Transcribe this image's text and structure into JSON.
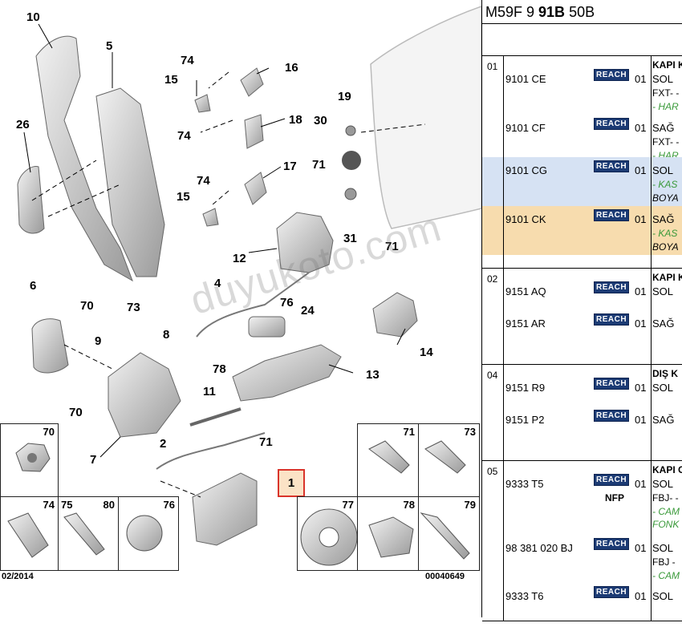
{
  "callouts": [
    "10",
    "5",
    "26",
    "74",
    "15",
    "16",
    "74",
    "18",
    "74",
    "15",
    "17",
    "71",
    "19",
    "30",
    "31",
    "12",
    "71",
    "6",
    "70",
    "73",
    "9",
    "8",
    "4",
    "76",
    "24",
    "14",
    "78",
    "13",
    "11",
    "70",
    "7",
    "2",
    "71",
    "1"
  ],
  "highlight_callout": "1",
  "thumbs": [
    "70",
    "71",
    "73",
    "74",
    "75",
    "80",
    "76",
    "77",
    "78",
    "79"
  ],
  "footer_left": "02/2014",
  "footer_right": "00040649",
  "watermark": "duyukoto.com",
  "table": {
    "header_prefix": "M59F 9 ",
    "header_bold": "91B",
    "header_suffix": " 50B",
    "groups": [
      {
        "num": "01",
        "title": "KAPI K",
        "rows": [
          {
            "code": "9101 CE",
            "reach": "REACH",
            "qty": "01",
            "side": "SOL",
            "note1": "FXT- -",
            "note2": "- HAR"
          },
          {
            "code": "9101 CF",
            "reach": "REACH",
            "qty": "01",
            "side": "SAĞ",
            "note1": "FXT- -",
            "note2": "- HAR"
          },
          {
            "code": "9101 CG",
            "reach": "REACH",
            "qty": "01",
            "side": "SOL",
            "note1": "- KAS",
            "note2": "BOYA"
          },
          {
            "code": "9101 CK",
            "reach": "REACH",
            "qty": "01",
            "side": "SAĞ",
            "note1": "- KAS",
            "note2": "BOYA"
          }
        ]
      },
      {
        "num": "02",
        "title": "KAPI K",
        "rows": [
          {
            "code": "9151 AQ",
            "reach": "REACH",
            "qty": "01",
            "side": "SOL"
          },
          {
            "code": "9151 AR",
            "reach": "REACH",
            "qty": "01",
            "side": "SAĞ"
          }
        ]
      },
      {
        "num": "04",
        "title": "DIŞ K",
        "rows": [
          {
            "code": "9151 R9",
            "reach": "REACH",
            "qty": "01",
            "side": "SOL"
          },
          {
            "code": "9151 P2",
            "reach": "REACH",
            "qty": "01",
            "side": "SAĞ"
          }
        ]
      },
      {
        "num": "05",
        "title": "KAPI C",
        "rows": [
          {
            "code": "9333 T5",
            "reach": "REACH",
            "qty": "01",
            "side": "SOL",
            "nfp": "NFP",
            "note1": "FBJ- -",
            "note2": "- CAM",
            "note3": "FONK"
          },
          {
            "code": "98 381 020 BJ",
            "reach": "REACH",
            "qty": "01",
            "side": "SOL",
            "note1": "FBJ -",
            "note2": "- CAM"
          },
          {
            "code": "9333 T6",
            "reach": "REACH",
            "qty": "01",
            "side": "SOL"
          }
        ]
      }
    ]
  }
}
